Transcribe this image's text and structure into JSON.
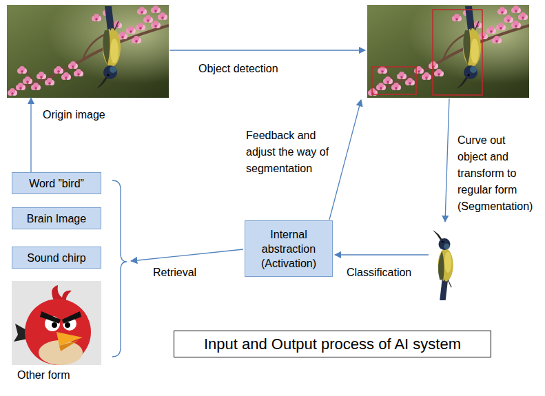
{
  "diagram": {
    "title": "Input and Output process of AI system",
    "nodes": [
      {
        "text": [
          "Origin image"
        ]
      },
      {
        "text": [
          "Word ”bird”"
        ]
      },
      {
        "text": [
          "Brain Image"
        ]
      },
      {
        "text": [
          "Sound chirp"
        ]
      },
      {
        "text": [
          "Other form"
        ]
      },
      {
        "text": [
          "Internal abstraction (Activation)"
        ]
      }
    ],
    "edges": [
      {
        "from": 1,
        "to": 0,
        "arrow": "to"
      }
    ],
    "labels": [
      "Object detection",
      "Feedback and adjust the way of segmentation",
      "Curve out object and transform to regular form (Segmentation)",
      "Classification",
      "Retrieval"
    ]
  }
}
